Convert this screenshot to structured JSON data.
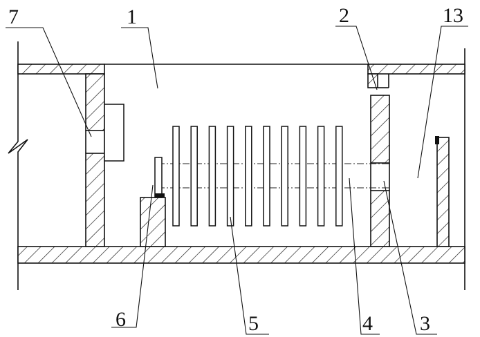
{
  "labels": {
    "l1": "1",
    "l2": "2",
    "l3": "3",
    "l4": "4",
    "l5": "5",
    "l6": "6",
    "l7": "7",
    "l13": "13"
  },
  "plate_count": 10
}
